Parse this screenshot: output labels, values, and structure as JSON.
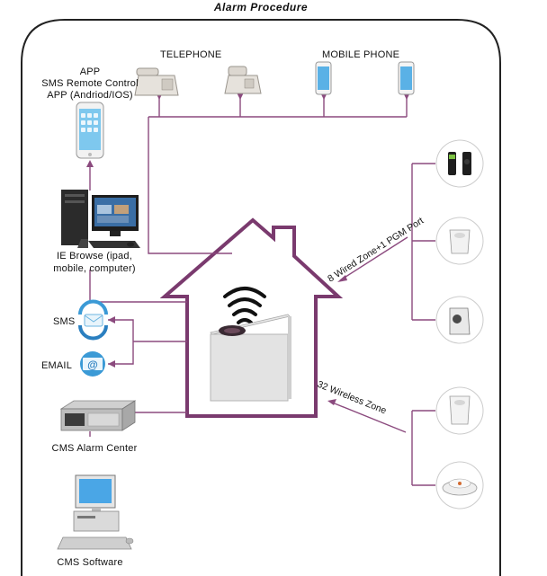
{
  "title": "Alarm Procedure",
  "labels": {
    "app_line1": "APP",
    "app_line2": "SMS Remote Control",
    "app_line3": "APP (Andriod/IOS)",
    "telephone": "TELEPHONE",
    "mobile_phone": "MOBILE PHONE",
    "ie_line1": "IE Browse (ipad,",
    "ie_line2": "mobile, computer)",
    "sms": "SMS",
    "email": "EMAIL",
    "cms_center": "CMS Alarm Center",
    "cms_software": "CMS Software",
    "wired_zone": "8 Wired Zone+1 PGM Port",
    "wireless_zone": "32 Wireless Zone"
  },
  "colors": {
    "frame": "#222222",
    "house": "#7a3a6e",
    "connector": "#8b4a7e"
  }
}
